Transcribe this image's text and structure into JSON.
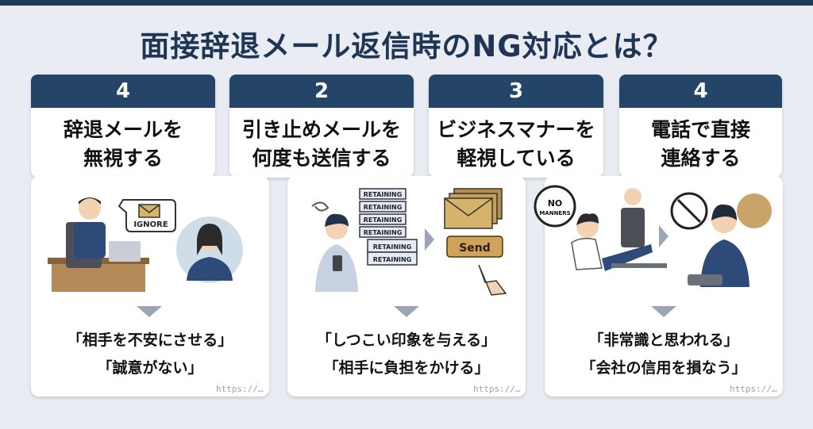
{
  "page": {
    "title": "面接辞退メール返信時のNG対応とは？"
  },
  "cards": [
    {
      "number": "4",
      "title_line1": "辞退メールを",
      "title_line2": "無視する",
      "result_line1": "「相手を不安にさせる」",
      "result_line2": "「誠意がない」",
      "url": "https://…",
      "bubble_text": "IGNORE"
    },
    {
      "number": "2",
      "title_line1": "引き止めメールを",
      "title_line2": "何度も送信する",
      "result_line1": "「しつこい印象を与える」",
      "result_line2": "「相手に負担をかける」",
      "url": "https://…",
      "stack_labels": [
        "RETAINING",
        "RETAINING",
        "RETAINING",
        "RETAINING",
        "RETAINING",
        "RETAINING"
      ],
      "send_label": "Send"
    },
    {
      "number": "3",
      "title_line1": "ビジネスマナーを",
      "title_line2": "軽視している",
      "sign_text": "NO MANNERS"
    },
    {
      "number": "4",
      "title_line1": "電話で直接",
      "title_line2": "連絡する",
      "result_line1": "「非常識と思われる」",
      "result_line2": "「会社の信用を損なう」",
      "url": "https://…"
    }
  ],
  "colors": {
    "header": "#244568",
    "title": "#1f3553",
    "background": "#e9edf3"
  }
}
